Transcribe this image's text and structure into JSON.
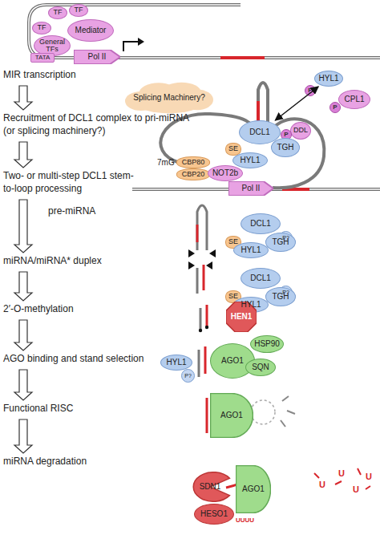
{
  "diagram": {
    "nodes": [
      {
        "text": [
          "TF"
        ]
      },
      {
        "text": [
          "TF"
        ]
      },
      {
        "text": [
          "TF"
        ]
      },
      {
        "text": [
          "Mediator"
        ]
      },
      {
        "text": [
          "General TFs"
        ]
      },
      {
        "text": [
          "TATA"
        ]
      },
      {
        "text": [
          "Pol II"
        ]
      },
      {
        "text": [
          "MIR transcription"
        ]
      },
      {
        "text": [
          "HYL1"
        ]
      },
      {
        "text": [
          "P"
        ]
      },
      {
        "text": [
          "CPL1"
        ]
      },
      {
        "text": [
          "P"
        ]
      },
      {
        "text": [
          "Splicing Machinery?"
        ]
      },
      {
        "text": [
          "Recruitment of DCL1 complex to pri-miRNA (or splicing machinery?)"
        ]
      },
      {
        "text": [
          "DDL"
        ]
      },
      {
        "text": [
          "P"
        ]
      },
      {
        "text": [
          "DCL1"
        ]
      },
      {
        "text": [
          "TGH"
        ]
      },
      {
        "text": [
          "SE"
        ]
      },
      {
        "text": [
          "HYL1"
        ]
      },
      {
        "text": [
          "CBP80"
        ]
      },
      {
        "text": [
          "CBP20"
        ]
      },
      {
        "text": [
          "NOT2b"
        ]
      },
      {
        "text": [
          "Pol II"
        ]
      },
      {
        "text": [
          "Two- or multi-step DCL1 stem-to-loop processing"
        ]
      },
      {
        "text": [
          "DCL1"
        ]
      },
      {
        "text": [
          "P?"
        ]
      },
      {
        "text": [
          "SE"
        ]
      },
      {
        "text": [
          "HYL1"
        ]
      },
      {
        "text": [
          "TGH"
        ]
      },
      {
        "text": [
          "miRNA/miRNA* duplex"
        ]
      },
      {
        "text": [
          "DCL1"
        ]
      },
      {
        "text": [
          "P?"
        ]
      },
      {
        "text": [
          "SE"
        ]
      },
      {
        "text": [
          "HYL1"
        ]
      },
      {
        "text": [
          "TGH"
        ]
      },
      {
        "text": [
          "2′-O-methylation"
        ]
      },
      {
        "text": [
          "HEN1"
        ]
      },
      {
        "text": [
          "AGO binding and stand selection"
        ]
      },
      {
        "text": [
          "HSP90"
        ]
      },
      {
        "text": [
          "AGO1"
        ]
      },
      {
        "text": [
          "SQN"
        ]
      },
      {
        "text": [
          "HYL1"
        ]
      },
      {
        "text": [
          "P?"
        ]
      },
      {
        "text": [
          "Functional RISC"
        ]
      },
      {
        "text": [
          "AGO1"
        ]
      },
      {
        "text": [
          "miRNA degradation"
        ]
      },
      {
        "text": [
          "SDN1"
        ]
      },
      {
        "text": [
          "AGO1"
        ]
      },
      {
        "text": [
          "HESO1"
        ]
      }
    ],
    "edges": [
      {
        "from": 7,
        "to": 13,
        "arrow": "to"
      },
      {
        "from": 13,
        "to": 24,
        "arrow": "to"
      },
      {
        "from": 24,
        "to": 30,
        "arrow": "to"
      },
      {
        "from": 30,
        "to": 36,
        "arrow": "to"
      },
      {
        "from": 36,
        "to": 38,
        "arrow": "to"
      },
      {
        "from": 38,
        "to": 44,
        "arrow": "to"
      },
      {
        "from": 44,
        "to": 46,
        "arrow": "to"
      },
      {
        "from": 8,
        "to": 16,
        "arrow": "both"
      }
    ],
    "labels": [
      "pre-miRNA",
      "7mG",
      "UUUU",
      "U",
      "U",
      "U",
      "U"
    ]
  }
}
